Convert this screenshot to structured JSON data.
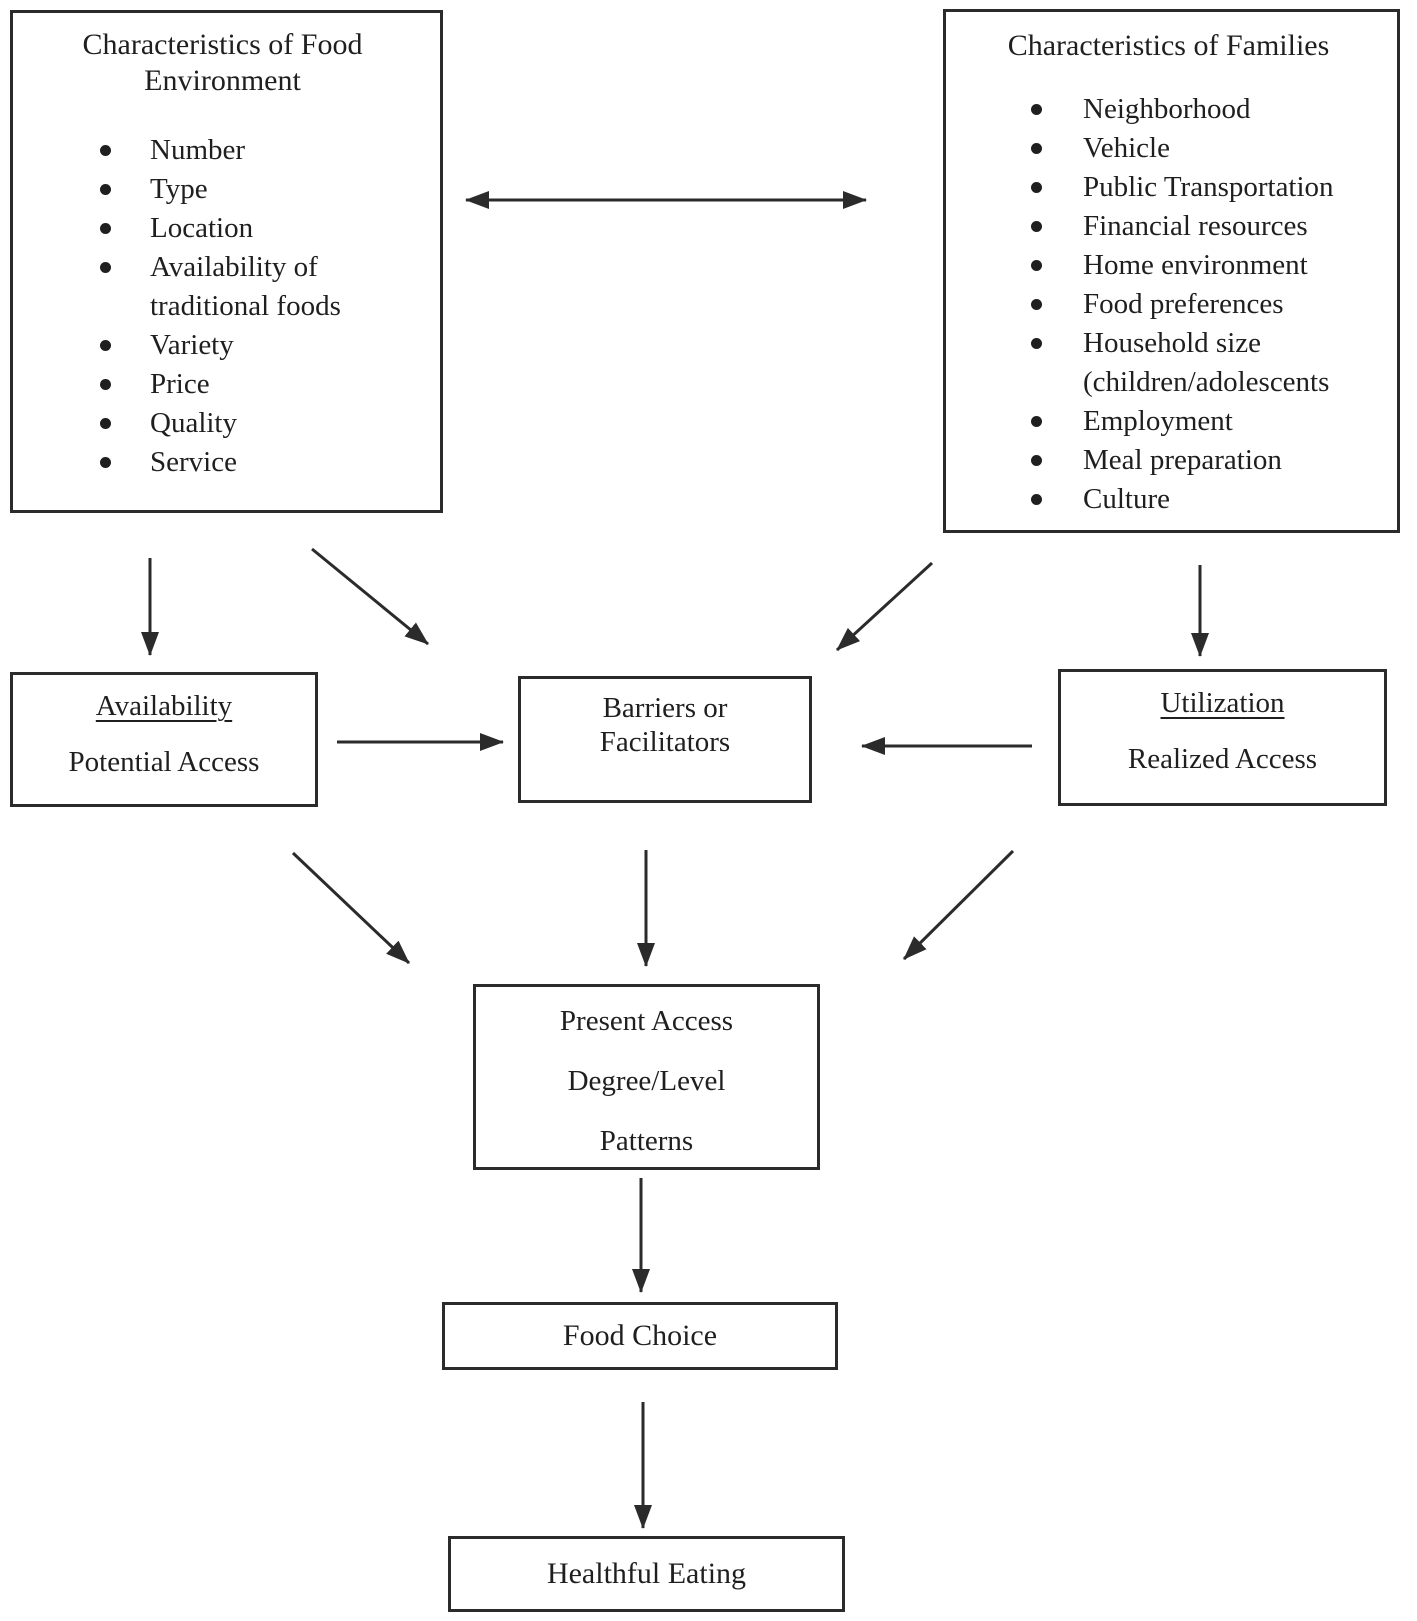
{
  "boxes": {
    "food_environment": {
      "title": "Characteristics of Food Environment",
      "items": [
        "Number",
        "Type",
        "Location",
        "Availability of traditional foods",
        "Variety",
        "Price",
        "Quality",
        "Service"
      ]
    },
    "families": {
      "title": "Characteristics of Families",
      "items": [
        "Neighborhood",
        "Vehicle",
        "Public Transportation",
        "Financial resources",
        "Home environment",
        "Food preferences",
        "Household size (children/adolescents",
        "Employment",
        "Meal preparation",
        "Culture"
      ]
    },
    "availability": {
      "title": "Availability",
      "subtitle": "Potential Access"
    },
    "barriers": {
      "label": "Barriers or Facilitators"
    },
    "utilization": {
      "title": "Utilization",
      "subtitle": "Realized Access"
    },
    "present_access": {
      "lines": [
        "Present Access",
        "Degree/Level",
        "Patterns"
      ]
    },
    "food_choice": {
      "label": "Food Choice"
    },
    "healthful_eating": {
      "label": "Healthful Eating"
    }
  },
  "colors": {
    "ink": "#1f1f1f",
    "border": "#2b2b2b",
    "background": "#ffffff"
  }
}
